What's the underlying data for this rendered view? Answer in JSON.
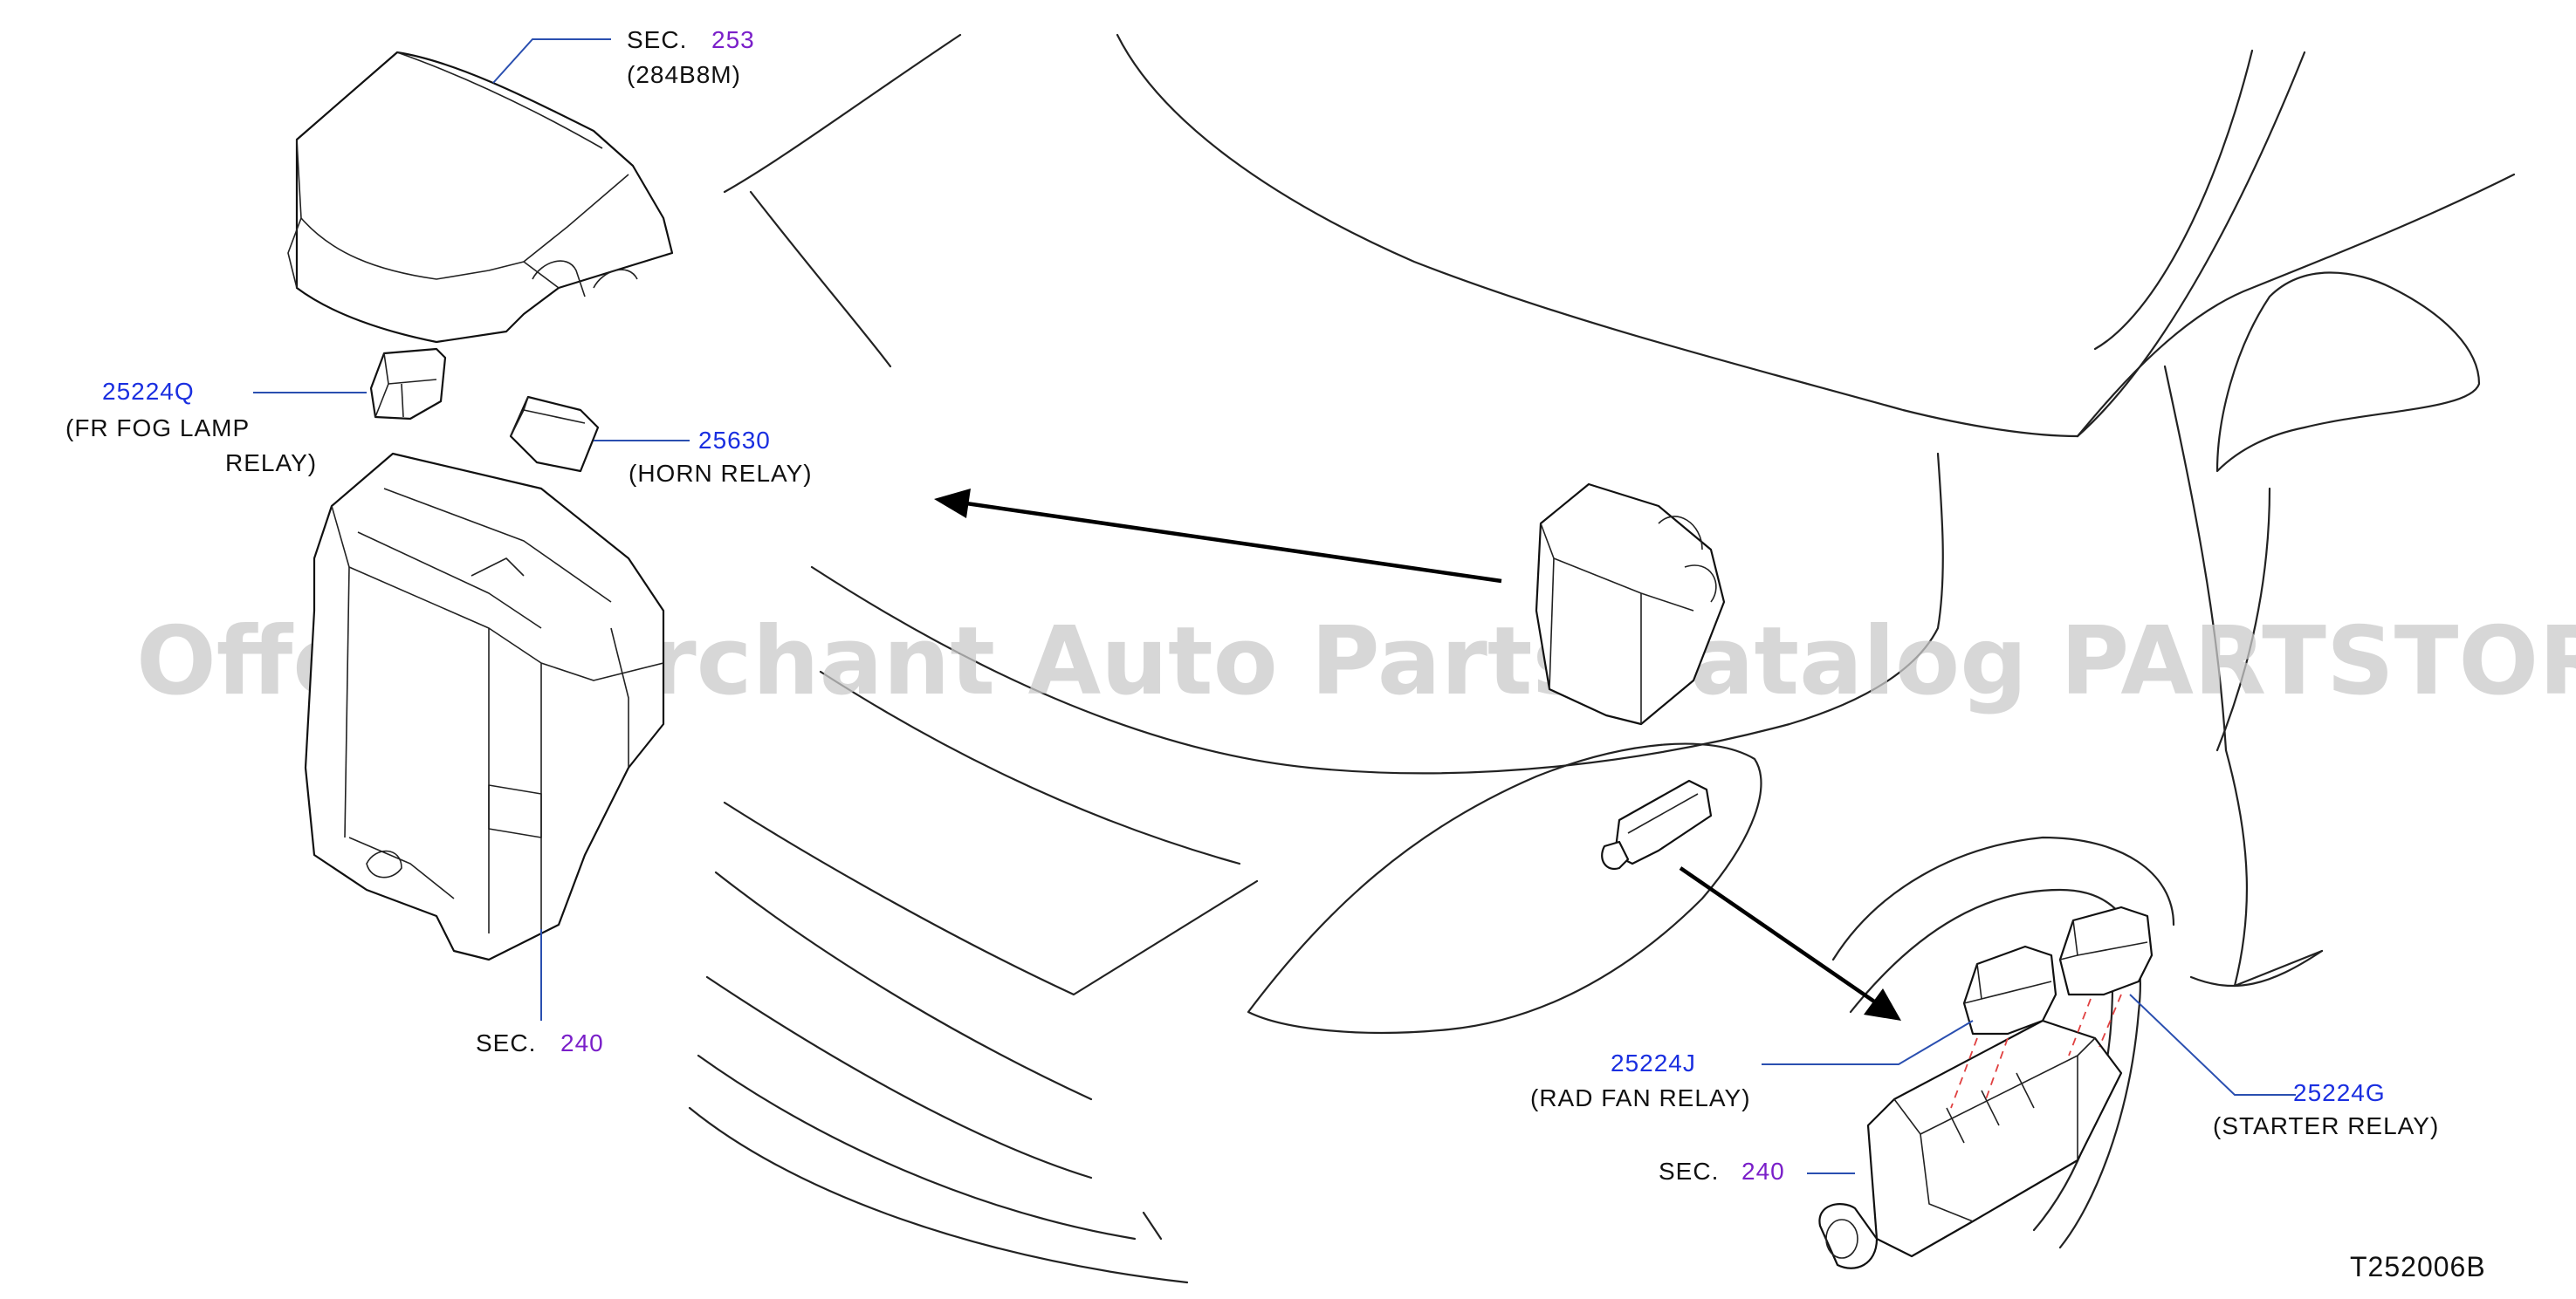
{
  "colors": {
    "part_number": "#1a2fe0",
    "section_number": "#7a1fc9",
    "label": "#111111",
    "leader_line": "#2a4fb0",
    "watermark": "#c9c9c9"
  },
  "watermark": "Offers Merchant Auto Parts Catalog PARTSTORE.SA",
  "diagram_id": "T252006B",
  "callouts": {
    "cover": {
      "sec_prefix": "SEC.",
      "sec_number": "253",
      "part_code": "(284B8M)"
    },
    "fog_relay": {
      "part_number": "25224Q",
      "desc_line1": "(FR   FOG   LAMP",
      "desc_line2": "RELAY)"
    },
    "horn_relay": {
      "part_number": "25630",
      "desc": "(HORN   RELAY)"
    },
    "box_left": {
      "sec_prefix": "SEC.",
      "sec_number": "240"
    },
    "rad_fan_relay": {
      "part_number": "25224J",
      "desc": "(RAD   FAN   RELAY)"
    },
    "box_right": {
      "sec_prefix": "SEC.",
      "sec_number": "240"
    },
    "starter_relay": {
      "part_number": "25224G",
      "desc": "(STARTER   RELAY)"
    }
  }
}
